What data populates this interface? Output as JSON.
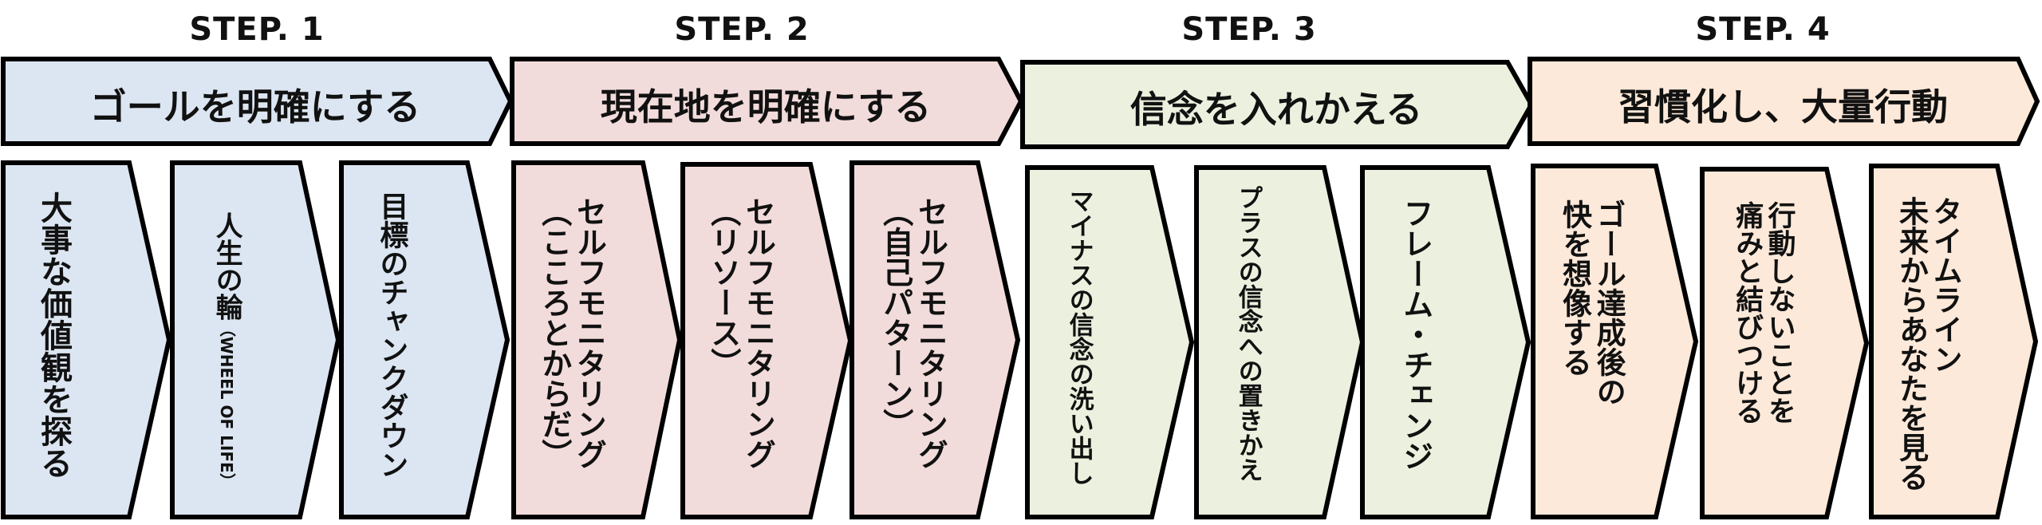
{
  "colors": {
    "step1": "#dce6f2",
    "step2": "#f2dcdb",
    "step3": "#ebf1de",
    "step4": "#fde9d9",
    "stroke": "#000000"
  },
  "steps": [
    {
      "label": "STEP. 1",
      "title": "ゴールを明確にする",
      "items": [
        {
          "text": "大事な価値観を探る"
        },
        {
          "text": "人生の輪",
          "sub": "（WHEEL OF LIFE）"
        },
        {
          "text": "目標のチャンクダウン"
        }
      ]
    },
    {
      "label": "STEP. 2",
      "title": "現在地を明確にする",
      "items": [
        {
          "text": "セルフモニタリング\n（こころとからだ）"
        },
        {
          "text": "セルフモニタリング\n（リソース）"
        },
        {
          "text": "セルフモニタリング\n（自己パターン）"
        }
      ]
    },
    {
      "label": "STEP. 3",
      "title": "信念を入れかえる",
      "items": [
        {
          "text": "マイナスの信念の洗い出し"
        },
        {
          "text": "プラスの信念への置きかえ"
        },
        {
          "text": "フレーム・チェンジ"
        }
      ]
    },
    {
      "label": "STEP. 4",
      "title": "習慣化し、大量行動",
      "items": [
        {
          "text": "ゴール達成後の\n快を想像する"
        },
        {
          "text": "行動しないことを\n痛みと結びつける"
        },
        {
          "text": "タイムライン\n未来からあなたを見る"
        }
      ]
    }
  ]
}
